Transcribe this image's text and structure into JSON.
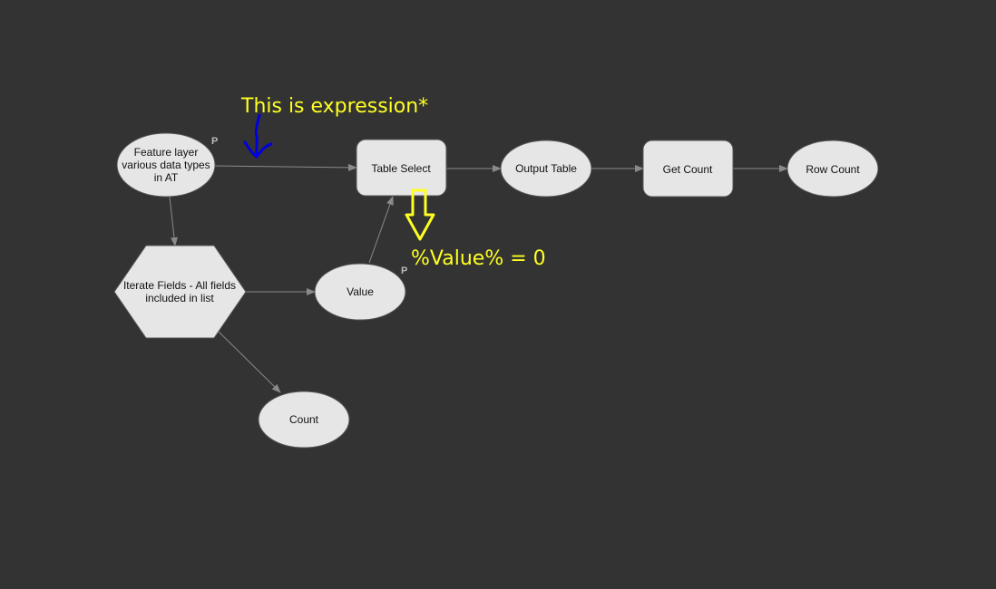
{
  "nodes": {
    "feature_layer": {
      "lines": [
        "Feature layer",
        "various data types",
        "in AT"
      ],
      "badge": "P"
    },
    "table_select": {
      "label": "Table Select"
    },
    "output_table": {
      "label": "Output Table"
    },
    "get_count": {
      "label": "Get Count"
    },
    "row_count": {
      "label": "Row Count"
    },
    "iterate_fields": {
      "lines": [
        "Iterate Fields - All fields",
        "included in list"
      ]
    },
    "value": {
      "label": "Value",
      "badge": "P"
    },
    "count": {
      "label": "Count"
    }
  },
  "annotations": {
    "expression_note": "This is expression*",
    "value_note": "%Value% = 0"
  },
  "colors": {
    "background": "#333333",
    "node_fill": "#e6e6e6",
    "annotation_yellow": "#ffff22",
    "annotation_blue": "#0000dd"
  }
}
